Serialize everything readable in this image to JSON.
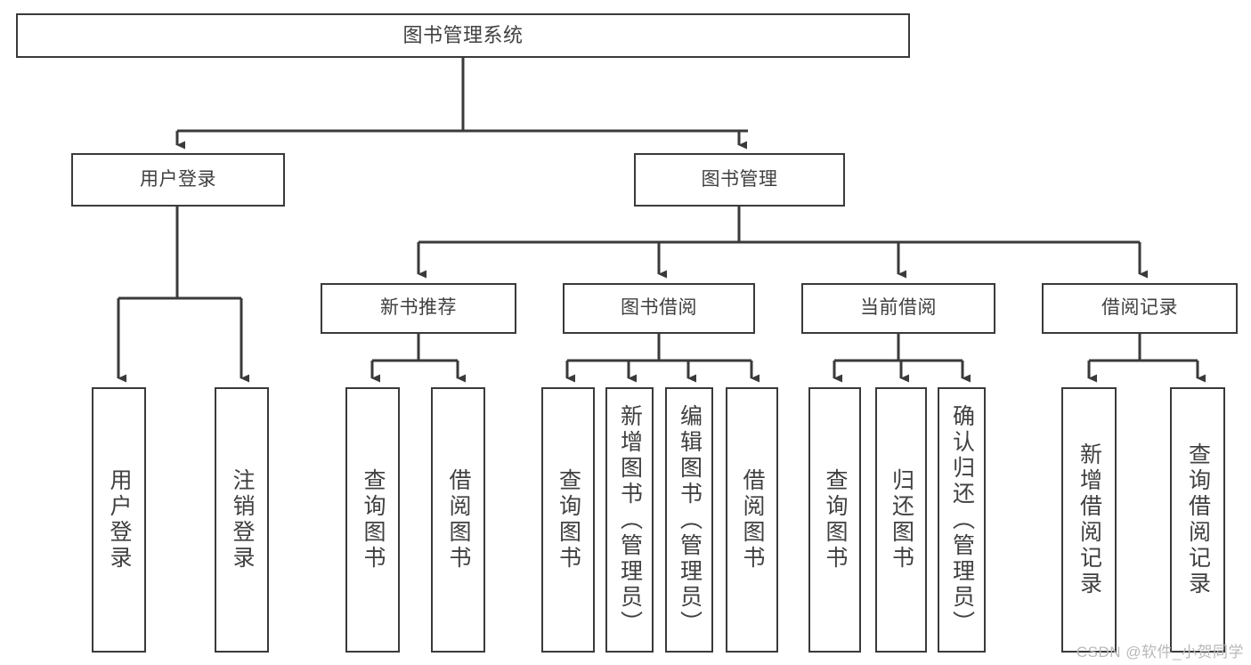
{
  "diagram": {
    "title": "图书管理系统",
    "type": "tree-hierarchy-diagram",
    "colors": {
      "background": "#ffffff",
      "box_border": "#3a3a3a",
      "box_fill": "#ffffff",
      "text": "#404040",
      "connector": "#3a3a3a",
      "watermark": "#b9b9b9"
    },
    "watermark": "CSDN @软件_小贺同学"
  },
  "nodes": {
    "root": {
      "label": "图书管理系统"
    },
    "level2": [
      {
        "id": "user-login",
        "label": "用户登录"
      },
      {
        "id": "book-management",
        "label": "图书管理"
      }
    ],
    "level3": [
      {
        "id": "new-book-recommend",
        "label": "新书推荐"
      },
      {
        "id": "book-borrow",
        "label": "图书借阅"
      },
      {
        "id": "current-borrow",
        "label": "当前借阅"
      },
      {
        "id": "borrow-record",
        "label": "借阅记录"
      }
    ],
    "leaves": {
      "user_login": [
        {
          "id": "leaf-user-login",
          "label": "用户登录"
        },
        {
          "id": "leaf-logout-login",
          "label": "注销登录"
        }
      ],
      "new_book_recommend": [
        {
          "id": "leaf-query-book-1",
          "label": "查询图书"
        },
        {
          "id": "leaf-borrow-book-1",
          "label": "借阅图书"
        }
      ],
      "book_borrow": [
        {
          "id": "leaf-query-book-2",
          "label": "查询图书"
        },
        {
          "id": "leaf-add-book",
          "label": "新增图书（管理员）"
        },
        {
          "id": "leaf-edit-book",
          "label": "编辑图书（管理员）"
        },
        {
          "id": "leaf-borrow-book-2",
          "label": "借阅图书"
        }
      ],
      "current_borrow": [
        {
          "id": "leaf-query-book-3",
          "label": "查询图书"
        },
        {
          "id": "leaf-return-book",
          "label": "归还图书"
        },
        {
          "id": "leaf-confirm-return",
          "label": "确认归还（管理员）"
        }
      ],
      "borrow_record": [
        {
          "id": "leaf-add-record",
          "label": "新增借阅记录"
        },
        {
          "id": "leaf-query-record",
          "label": "查询借阅记录"
        }
      ]
    }
  }
}
